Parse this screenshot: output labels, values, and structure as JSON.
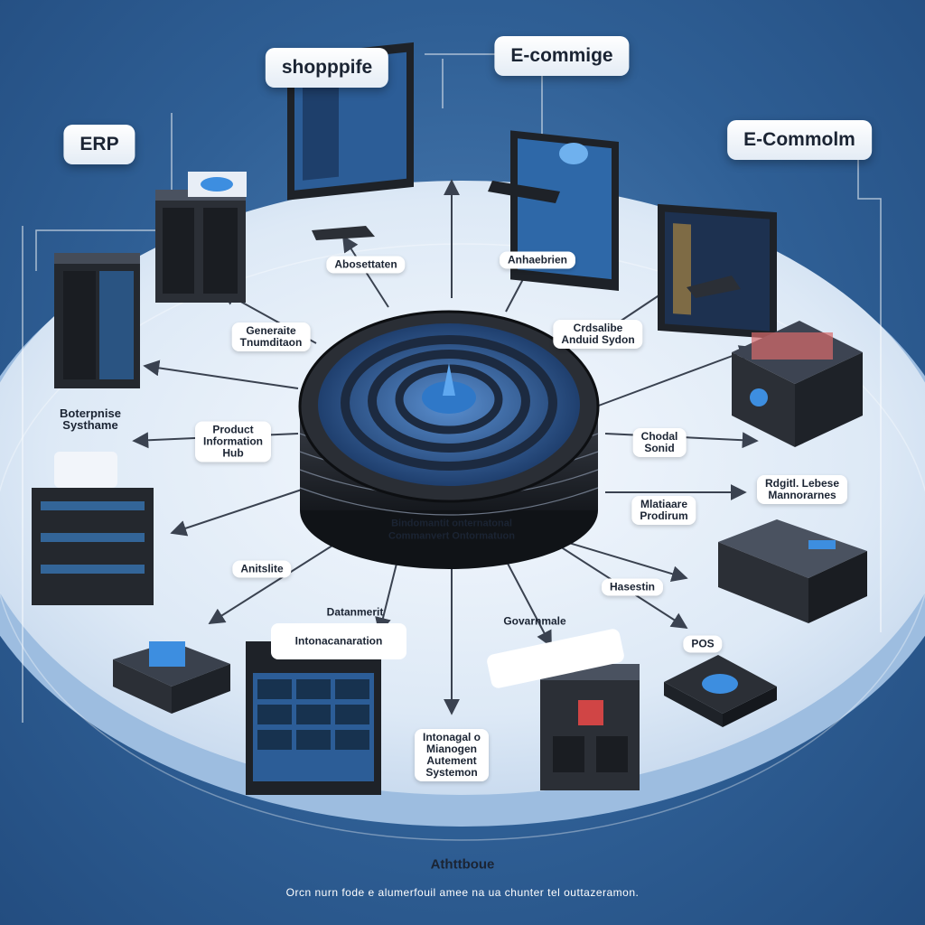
{
  "top_cards": {
    "erp": "ERP",
    "shopify": "shopppife",
    "ecommerce_center": "E-commige",
    "ecommerce_right": "E-Commolm"
  },
  "center_hub": {
    "ring_text_1": "Bindomantit onternatonal",
    "ring_text_2": "Commanvert Ontormatuon"
  },
  "labels": {
    "automation_left": "Abosettaten",
    "automation_right": "Anhaebrien",
    "connectivity": "Generaite\nTnumditaon",
    "orchestration": "Crdsalibe\nAnduid Sydon",
    "enterprise": "Boterpnise\nSysthame",
    "pim": "Product\nInformation\nHub",
    "channel": "Chodal\nSonid",
    "digital_asset": "Rdgitl. Lebese\nMannorarnes",
    "marketplace": "Mlatiaare\nProdirum",
    "analytics": "Anitslite",
    "data_mgmt": "Datanmerit",
    "data_integration": "Intonacanaration",
    "governance": "Govarnmale",
    "warehouse": "Hasestin",
    "pos": "POS",
    "inventory": "Intonagal o\nMianogen\nAutement\nSystemon"
  },
  "caption": {
    "title": "Athttboue",
    "text": "Orcn nurn fode e alumerfouil amee na ua chunter tel outtazeramon."
  },
  "colors": {
    "background": "#2f5f95",
    "platform": "#e6eff9",
    "device_dark": "#2b2f36",
    "screen_blue": "#2f78c8",
    "accent": "#3d8ee0"
  }
}
